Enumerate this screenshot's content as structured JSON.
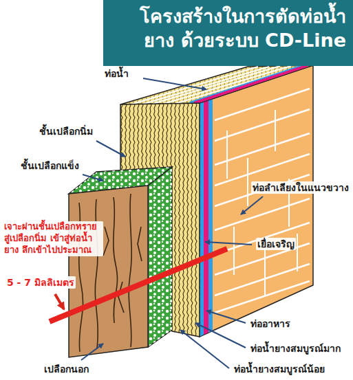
{
  "diagram": {
    "title": "โครงสร้างในการตัดท่อน้ำยาง ด้วยระบบ CD-Line",
    "labels": [
      "ท่อน้ำ",
      "ชั้นเปลือกนิ่ม",
      "ชั้นเปลือกแข็ง",
      "เจาะผ่านชั้นเปลือกทราย สู่เปลือกนิ่ม เข้าสู่ท่อน้ำยาง ลึกเข้าไปประมาณ",
      "5 - 7 มิลลิเมตร",
      "ท่อลำเลียงในแนวขวาง",
      "เยื่อเจริญ",
      "ท่ออาหาร",
      "ท่อน้ำยางสมบูรณ์มาก",
      "ท่อน้ำยางสมบูรณ์น้อย",
      "เปลือกนอก"
    ]
  }
}
